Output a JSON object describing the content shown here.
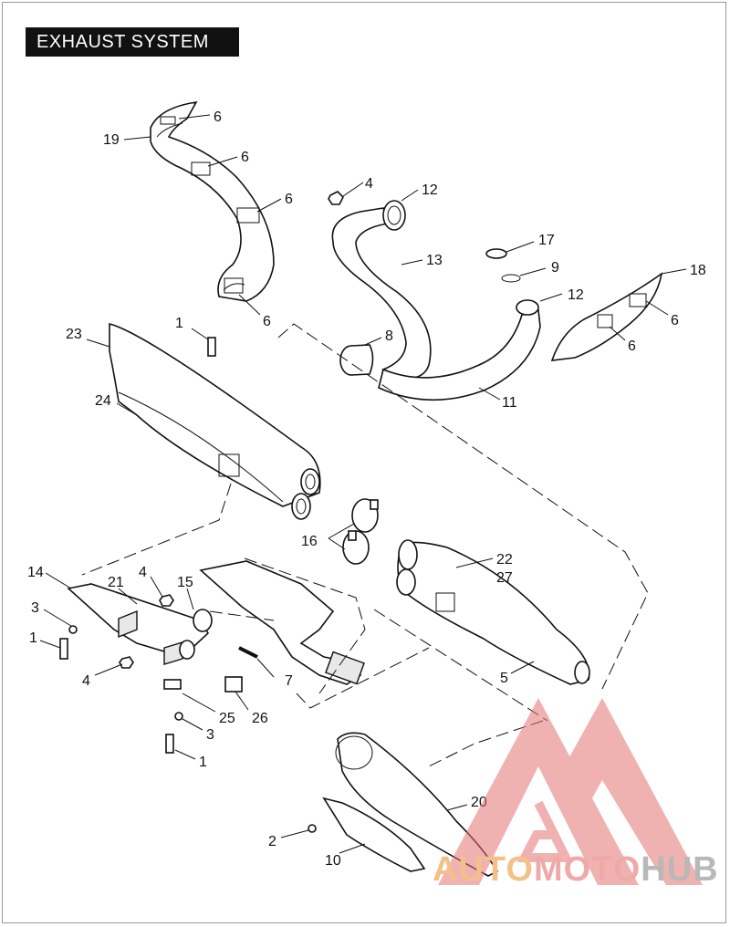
{
  "title": "EXHAUST SYSTEM",
  "watermark": {
    "part1": "AUTO",
    "part2": "MOTO",
    "part3": "HUB",
    "color_red": "#e57373",
    "color_orange": "#f4b06a",
    "color_gray": "#9e9e9e"
  },
  "callouts": [
    {
      "id": "c6a",
      "text": "6"
    },
    {
      "id": "c19",
      "text": "19"
    },
    {
      "id": "c6b",
      "text": "6"
    },
    {
      "id": "c6c",
      "text": "6"
    },
    {
      "id": "c6d",
      "text": "6"
    },
    {
      "id": "c4a",
      "text": "4"
    },
    {
      "id": "c12a",
      "text": "12"
    },
    {
      "id": "c13",
      "text": "13"
    },
    {
      "id": "c17",
      "text": "17"
    },
    {
      "id": "c9",
      "text": "9"
    },
    {
      "id": "c18",
      "text": "18"
    },
    {
      "id": "c12b",
      "text": "12"
    },
    {
      "id": "c6e",
      "text": "6"
    },
    {
      "id": "c6f",
      "text": "6"
    },
    {
      "id": "c1a",
      "text": "1"
    },
    {
      "id": "c23",
      "text": "23"
    },
    {
      "id": "c8",
      "text": "8"
    },
    {
      "id": "c11",
      "text": "11"
    },
    {
      "id": "c24",
      "text": "24"
    },
    {
      "id": "c16",
      "text": "16"
    },
    {
      "id": "c22",
      "text": "22"
    },
    {
      "id": "c27",
      "text": "27"
    },
    {
      "id": "c14",
      "text": "14"
    },
    {
      "id": "c21",
      "text": "21"
    },
    {
      "id": "c4b",
      "text": "4"
    },
    {
      "id": "c15",
      "text": "15"
    },
    {
      "id": "c3a",
      "text": "3"
    },
    {
      "id": "c1b",
      "text": "1"
    },
    {
      "id": "c4c",
      "text": "4"
    },
    {
      "id": "c7",
      "text": "7"
    },
    {
      "id": "c5",
      "text": "5"
    },
    {
      "id": "c25",
      "text": "25"
    },
    {
      "id": "c26",
      "text": "26"
    },
    {
      "id": "c3b",
      "text": "3"
    },
    {
      "id": "c1c",
      "text": "1"
    },
    {
      "id": "c20",
      "text": "20"
    },
    {
      "id": "c2",
      "text": "2"
    },
    {
      "id": "c10",
      "text": "10"
    }
  ]
}
